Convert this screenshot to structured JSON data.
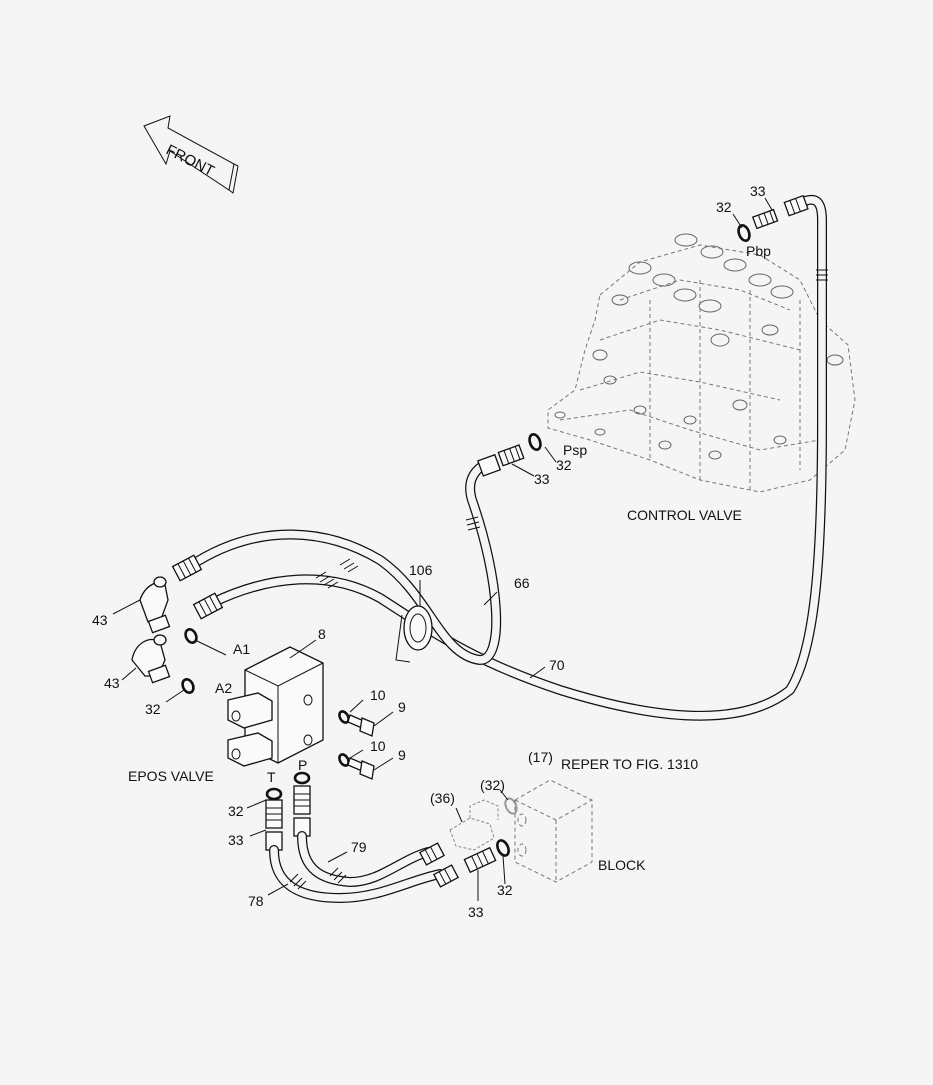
{
  "labels": {
    "front": "FRONT",
    "control_valve": "CONTROL VALVE",
    "epos_valve": "EPOS VALVE",
    "block": "BLOCK",
    "refer_note": "REPER TO FIG. 1310",
    "port_pbp": "Pbp",
    "port_psp": "Psp",
    "port_a1": "A1",
    "port_a2": "A2",
    "port_t": "T",
    "port_p": "P"
  },
  "callouts": {
    "c33_top": "33",
    "c32_top": "32",
    "c32_psp": "32",
    "c33_psp": "33",
    "c106": "106",
    "c66": "66",
    "c70": "70",
    "c8": "8",
    "c43_a": "43",
    "c43_b": "43",
    "c32_a2": "32",
    "c10_a": "10",
    "c9_a": "9",
    "c10_b": "10",
    "c9_b": "9",
    "c17": "(17)",
    "c32_par": "(32)",
    "c36_par": "(36)",
    "c32_t": "32",
    "c33_t": "33",
    "c79": "79",
    "c78": "78",
    "c33_bot": "33",
    "c32_bot": "32"
  }
}
